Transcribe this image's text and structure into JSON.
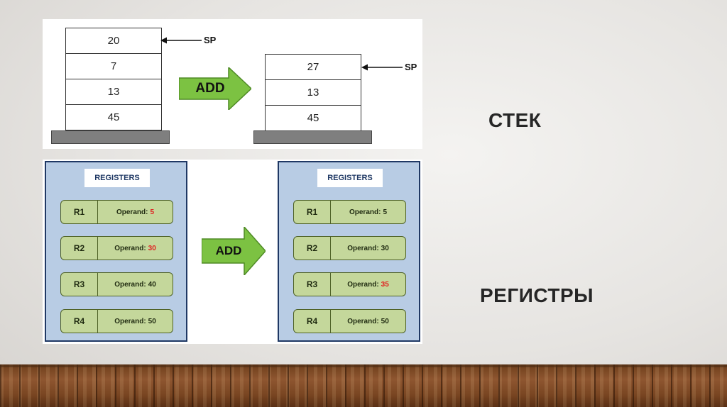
{
  "stack_diagram": {
    "before": [
      "20",
      "7",
      "13",
      "45"
    ],
    "after": [
      "27",
      "13",
      "45"
    ],
    "pointer_label": "SP",
    "operation": "ADD"
  },
  "registers_diagram": {
    "title": "REGISTERS",
    "operation": "ADD",
    "before": [
      {
        "name": "R1",
        "operand_label": "Operand:",
        "value": "5",
        "highlighted": true
      },
      {
        "name": "R2",
        "operand_label": "Operand:",
        "value": "30",
        "highlighted": true
      },
      {
        "name": "R3",
        "operand_label": "Operand:",
        "value": "40",
        "highlighted": false
      },
      {
        "name": "R4",
        "operand_label": "Operand:",
        "value": "50",
        "highlighted": false
      }
    ],
    "after": [
      {
        "name": "R1",
        "operand_label": "Operand:",
        "value": "5",
        "highlighted": false
      },
      {
        "name": "R2",
        "operand_label": "Operand:",
        "value": "30",
        "highlighted": false
      },
      {
        "name": "R3",
        "operand_label": "Operand:",
        "value": "35",
        "highlighted": true
      },
      {
        "name": "R4",
        "operand_label": "Operand:",
        "value": "50",
        "highlighted": false
      }
    ],
    "highlight_color": "#e02020"
  },
  "labels": {
    "stack": "СТЕК",
    "registers": "РЕГИСТРЫ"
  },
  "colors": {
    "arrow_fill": "#7cc242",
    "register_box_fill": "#b8cce4",
    "register_fill": "#c4d79b"
  }
}
